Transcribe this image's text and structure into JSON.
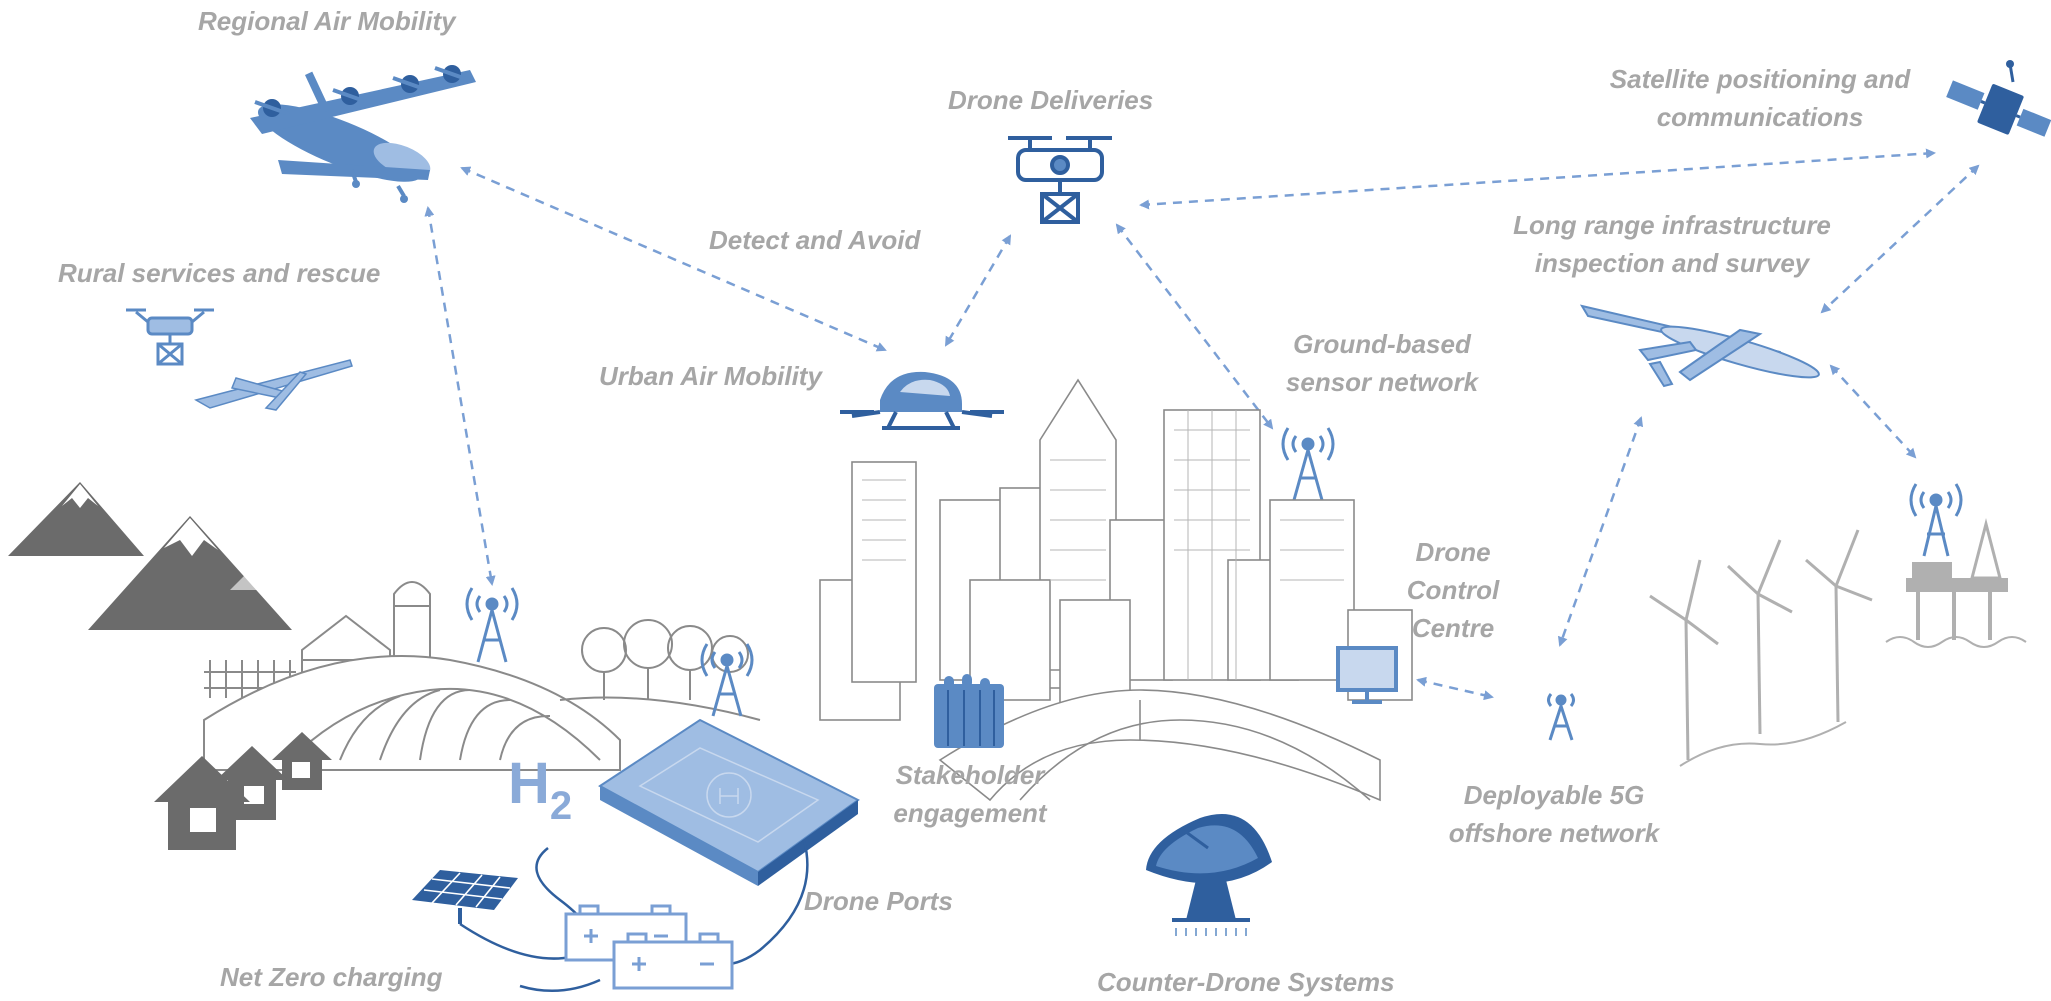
{
  "labels": {
    "regional_air_mobility": "Regional Air Mobility",
    "rural_services": "Rural services and rescue",
    "drone_deliveries": "Drone Deliveries",
    "detect_and_avoid": "Detect and Avoid",
    "urban_air_mobility": "Urban Air Mobility",
    "satellite_line1": "Satellite positioning and",
    "satellite_line2": "communications",
    "long_range_line1": "Long range infrastructure",
    "long_range_line2": "inspection and survey",
    "ground_sensor_line1": "Ground-based",
    "ground_sensor_line2": "sensor network",
    "control_line1": "Drone",
    "control_line2": "Control",
    "control_line3": "Centre",
    "stakeholder_line1": "Stakeholder",
    "stakeholder_line2": "engagement",
    "deployable_line1": "Deployable 5G",
    "deployable_line2": "offshore network",
    "drone_ports": "Drone Ports",
    "net_zero": "Net Zero charging",
    "counter_drone": "Counter-Drone Systems"
  },
  "hydrogen": {
    "symbol": "H",
    "subscript": "2"
  },
  "colors": {
    "label_grey": "#a6a6a6",
    "icon_blue": "#5b8ac4",
    "dark_blue": "#2f5f9e",
    "light_blue": "#9fbde3",
    "arrow_blue": "#7a9fd4",
    "grey_icon": "#6b6b6b",
    "sketch_grey": "#8a8a8a"
  },
  "icons": [
    "evtol-aircraft-icon",
    "delivery-drone-icon",
    "fixed-wing-drone-icon",
    "satellite-icon",
    "ehang-air-taxi-icon",
    "radio-tower-icon",
    "mountains-icon",
    "houses-icon",
    "barn-icon",
    "silo-icon",
    "city-skyline-icon",
    "drone-port-pad-icon",
    "solar-panel-icon",
    "battery-icon",
    "monitor-icon",
    "wind-turbine-icon",
    "oil-platform-icon",
    "radar-dish-icon"
  ]
}
